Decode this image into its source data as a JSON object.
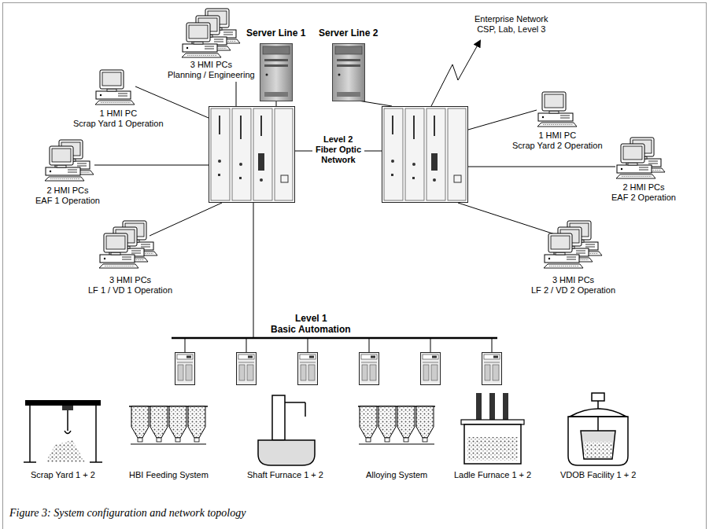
{
  "diagram": {
    "caption": "Figure 3: System configuration and network topology",
    "nodes": [
      {
        "text": [
          "Server Line 1"
        ]
      },
      {
        "text": [
          "Server Line 2"
        ]
      },
      {
        "text": [
          "Enterprise Network",
          "CSP, Lab, Level 3"
        ]
      },
      {
        "text": [
          "3 HMI PCs",
          "Planning / Engineering"
        ]
      },
      {
        "text": [
          "1 HMI PC",
          "Scrap Yard 1 Operation"
        ]
      },
      {
        "text": [
          "2 HMI PCs",
          "EAF 1 Operation"
        ]
      },
      {
        "text": [
          "3 HMI PCs",
          "LF 1 / VD 1 Operation"
        ]
      },
      {
        "text": [
          "1 HMI PC",
          "Scrap Yard 2 Operation"
        ]
      },
      {
        "text": [
          "2 HMI PCs",
          "EAF 2 Operation"
        ]
      },
      {
        "text": [
          "3 HMI PCs",
          "LF 2 / VD 2 Operation"
        ]
      },
      {
        "text": [
          "Scrap Yard 1 + 2"
        ]
      },
      {
        "text": [
          "HBI Feeding System"
        ]
      },
      {
        "text": [
          "Shaft Furnace 1 + 2"
        ]
      },
      {
        "text": [
          "Alloying System"
        ]
      },
      {
        "text": [
          "Ladle Furnace 1 + 2"
        ]
      },
      {
        "text": [
          "VDOB Facility 1 + 2"
        ]
      }
    ],
    "labels": [
      "Level 2",
      "Fiber Optic Network",
      "Level 1",
      "Basic Automation"
    ]
  }
}
